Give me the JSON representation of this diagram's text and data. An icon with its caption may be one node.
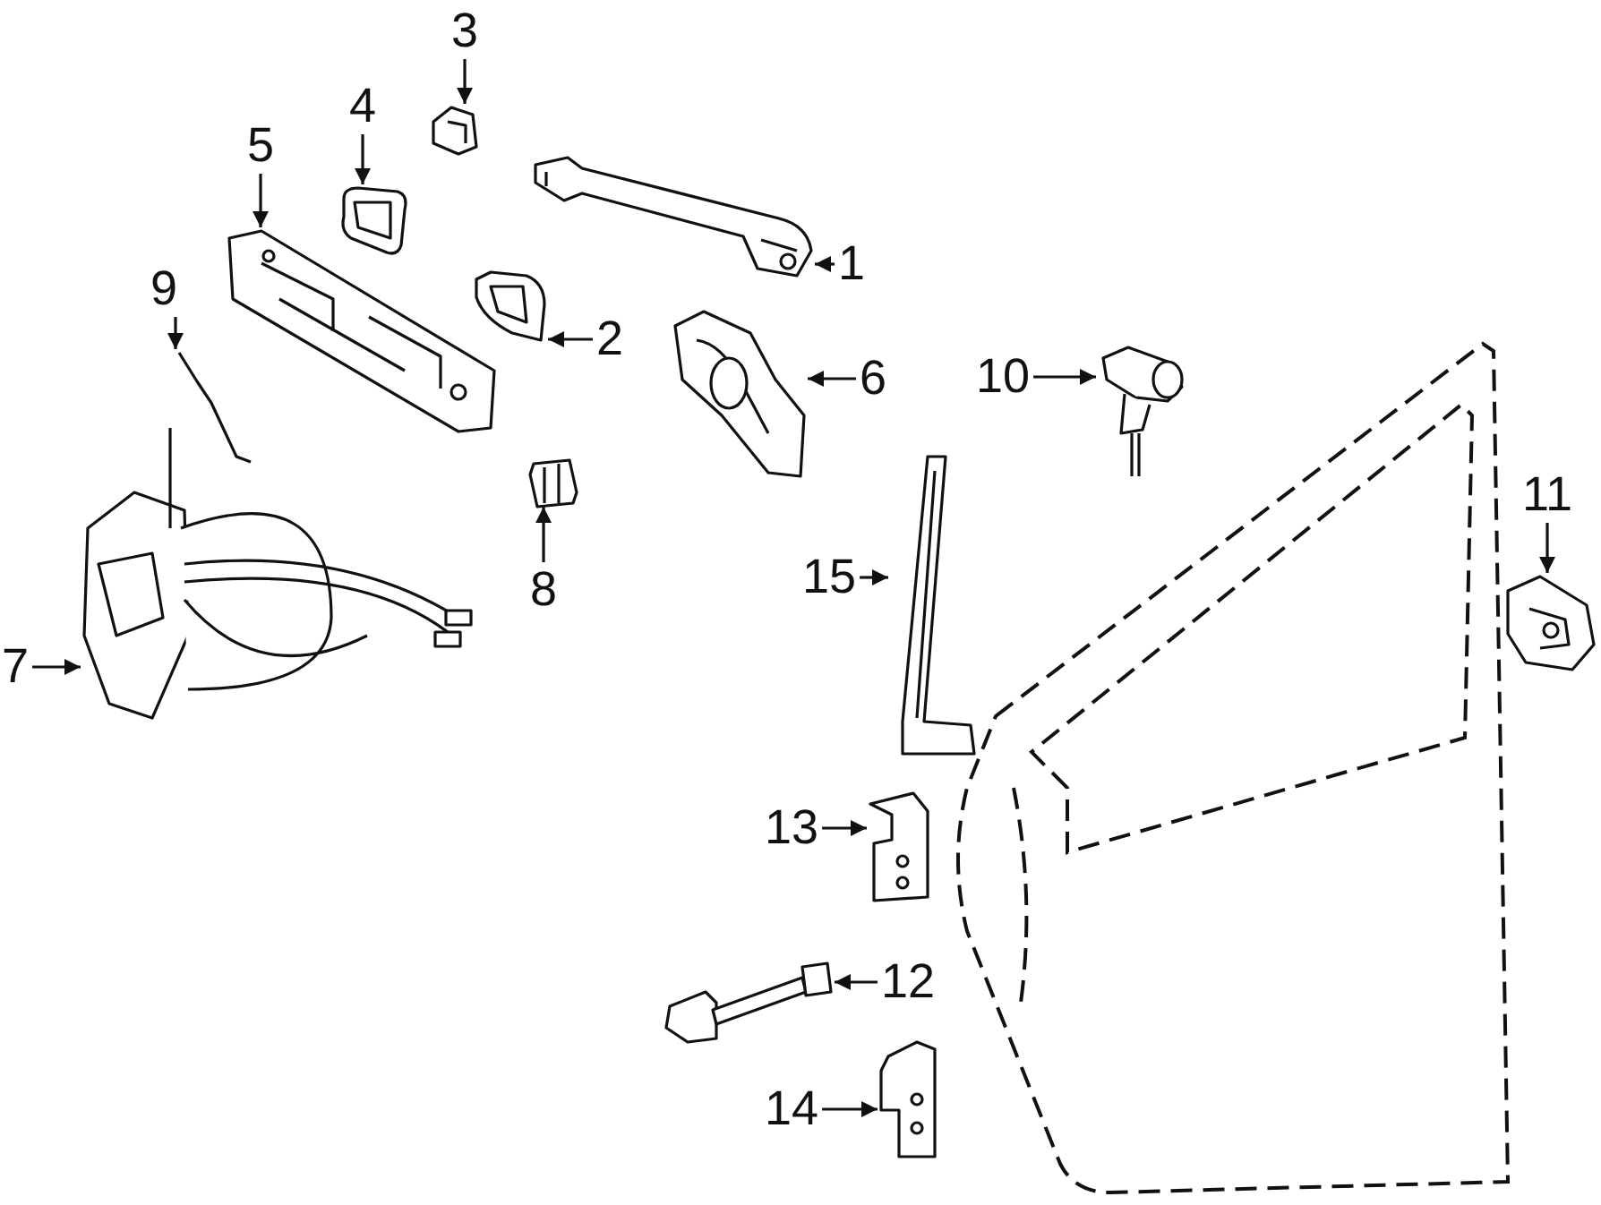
{
  "diagram": {
    "nodes": [
      {
        "text": [
          "3"
        ]
      },
      {
        "text": [
          "4"
        ]
      },
      {
        "text": [
          "5"
        ]
      },
      {
        "text": [
          "1"
        ]
      },
      {
        "text": [
          "9"
        ]
      },
      {
        "text": [
          "2"
        ]
      },
      {
        "text": [
          "6"
        ]
      },
      {
        "text": [
          "10"
        ]
      },
      {
        "text": [
          "8"
        ]
      },
      {
        "text": [
          "11"
        ]
      },
      {
        "text": [
          "15"
        ]
      },
      {
        "text": [
          "7"
        ]
      },
      {
        "text": [
          "13"
        ]
      },
      {
        "text": [
          "12"
        ]
      },
      {
        "text": [
          "14"
        ]
      },
      {
        "text": [],
        "shape": "picture"
      },
      {
        "text": [],
        "shape": "picture"
      },
      {
        "text": [],
        "shape": "picture"
      },
      {
        "text": [],
        "shape": "picture"
      },
      {
        "text": [],
        "shape": "picture"
      },
      {
        "text": [],
        "shape": "picture"
      },
      {
        "text": [],
        "shape": "picture"
      },
      {
        "text": [],
        "shape": "picture"
      },
      {
        "text": [],
        "shape": "picture"
      },
      {
        "text": [],
        "shape": "picture"
      },
      {
        "text": [],
        "shape": "picture"
      },
      {
        "text": [],
        "shape": "picture"
      },
      {
        "text": [],
        "shape": "picture"
      },
      {
        "text": [],
        "shape": "picture"
      },
      {
        "text": [],
        "shape": "picture"
      }
    ],
    "edges": [
      {
        "from": 0,
        "to": 15,
        "arrow": "to"
      },
      {
        "from": 1,
        "to": 16,
        "arrow": "to"
      },
      {
        "from": 2,
        "to": 17,
        "arrow": "to"
      },
      {
        "from": 3,
        "to": 18,
        "arrow": "to"
      },
      {
        "from": 4,
        "to": 19,
        "arrow": "to"
      },
      {
        "from": 5,
        "to": 20,
        "arrow": "to"
      },
      {
        "from": 6,
        "to": 21,
        "arrow": "to"
      },
      {
        "from": 7,
        "to": 22,
        "arrow": "to"
      },
      {
        "from": 8,
        "to": 23,
        "arrow": "to"
      },
      {
        "from": 9,
        "to": 24,
        "arrow": "to"
      },
      {
        "from": 10,
        "to": 25,
        "arrow": "to"
      },
      {
        "from": 11,
        "to": 26,
        "arrow": "to"
      },
      {
        "from": 12,
        "to": 27,
        "arrow": "to"
      },
      {
        "from": 13,
        "to": 28,
        "arrow": "to"
      },
      {
        "from": 14,
        "to": 29,
        "arrow": "to"
      }
    ]
  }
}
